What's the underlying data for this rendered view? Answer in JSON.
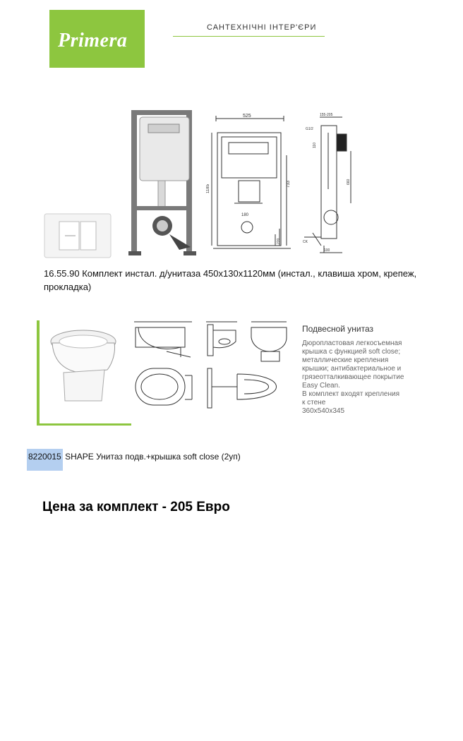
{
  "brand": {
    "logo_text": "Primera",
    "tagline": "САНТЕХНІЧНІ ІНТЕР'ЄРИ"
  },
  "product1": {
    "title": "16.55.90 Комплект инстал.  д/унитаза 450х130х1120мм  (инстал., клавиша хром, крепеж, прокладка)",
    "dimensions": [
      "525",
      "1185",
      "733",
      "180",
      "220",
      "155-205",
      "G1/2",
      "110",
      "660",
      "CK",
      "100"
    ]
  },
  "product2": {
    "code_label": "8220015",
    "subtitle": "Подвесной унитаз",
    "description": [
      "Дюропластовая легкосъемная",
      "крышка с функцией soft close;",
      "металлические крепления",
      "крышки; антибактериальное и",
      "грязеотталкивающее покрытие",
      "Easy Clean.",
      "В комплект входят крепления",
      "к стене",
      "360x540x345"
    ],
    "code": "8220015",
    "name": "SHAPE Унитаз подв.+крышка soft close (2уп)"
  },
  "price": "Цена за комплект - 205 Евро",
  "colors": {
    "accent": "#8dc63f",
    "highlight": "#b4cff0"
  }
}
